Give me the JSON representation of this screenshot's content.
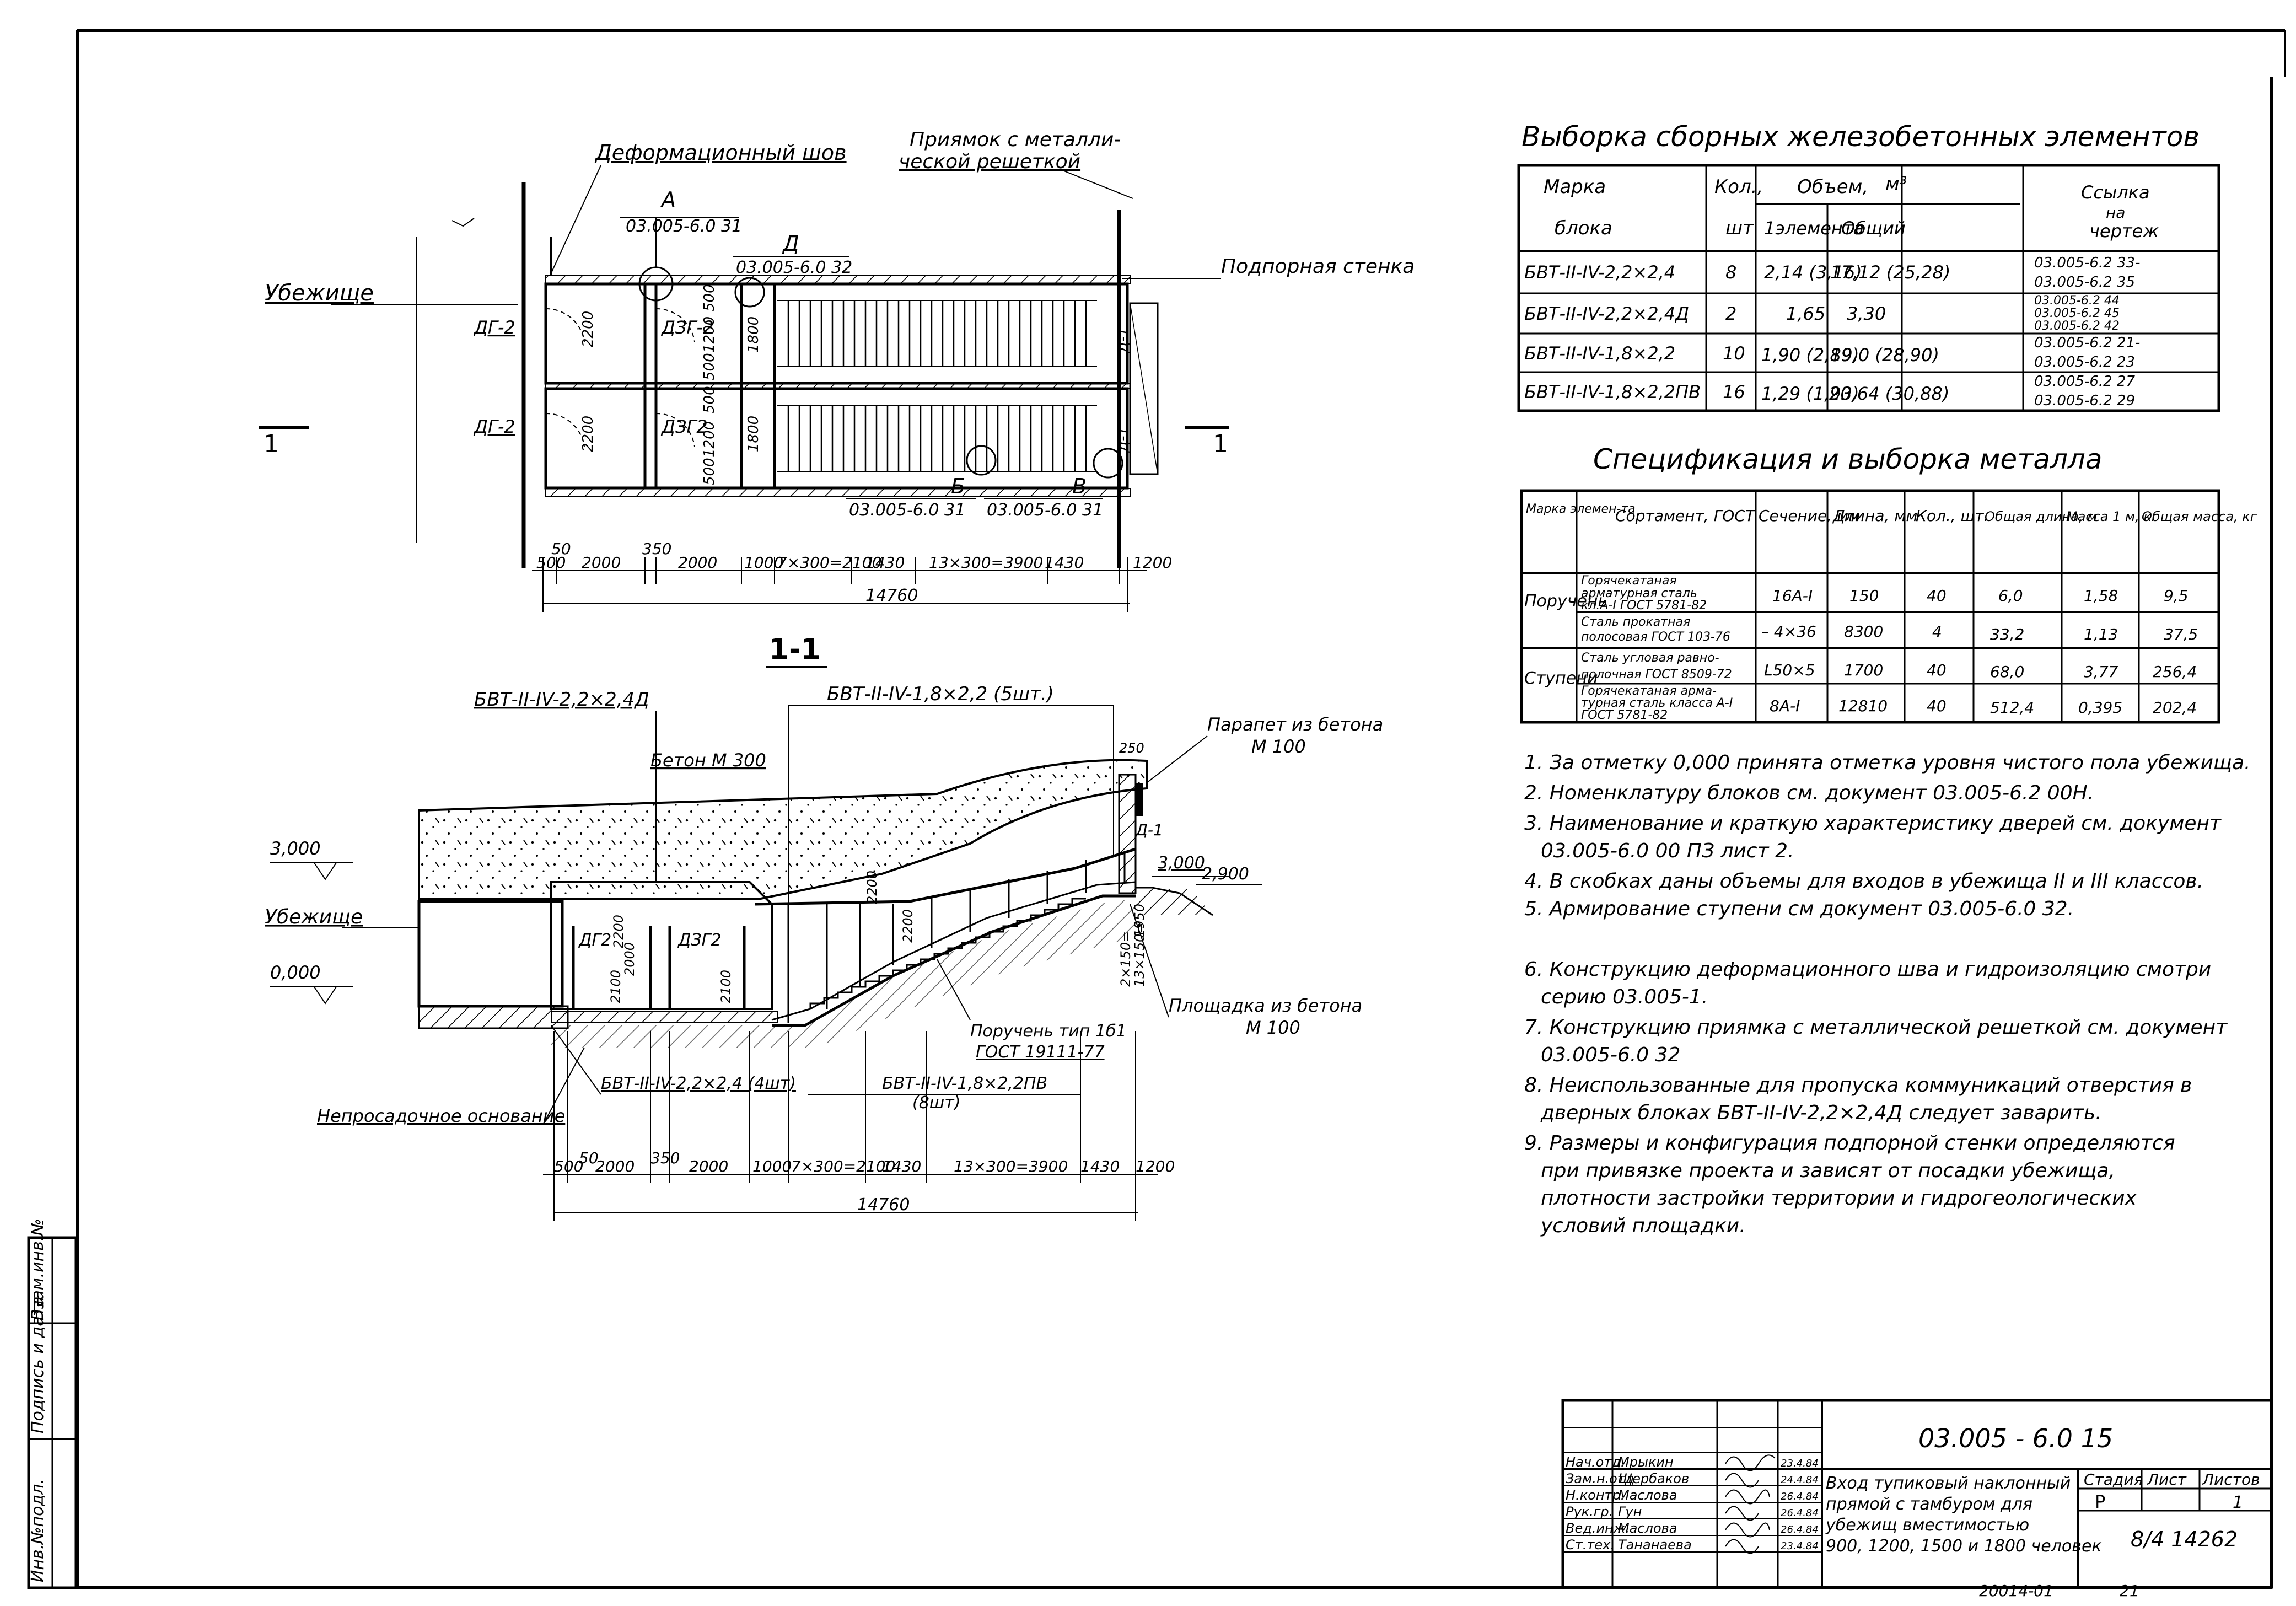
{
  "sheet": {
    "doc_code": "03.005 - 6.0  15",
    "inventory_no": "8/4  14262",
    "order_no": "20014-01",
    "copy_no": "21",
    "title": [
      "Вход тупиковый наклонный",
      "прямой с тамбуром для",
      "убежищ вместимостью",
      "900, 1200, 1500 и 1800 человек"
    ],
    "stage_label": "Стадия",
    "sheet_label": "Лист",
    "sheets_label": "Листов",
    "stage": "Р",
    "sheets": "1",
    "signatures": [
      {
        "role": "Нач.отд.",
        "name": "Мрыкин",
        "date": "23.4.84"
      },
      {
        "role": "Зам.н.отд",
        "name": "Щербаков",
        "date": "24.4.84"
      },
      {
        "role": "Н.контр.",
        "name": "Маслова",
        "date": "26.4.84"
      },
      {
        "role": "Рук.гр.",
        "name": "Гун",
        "date": "26.4.84"
      },
      {
        "role": "Вед.инж.",
        "name": "Маслова",
        "date": "26.4.84"
      },
      {
        "role": "Ст.тех.",
        "name": "Тананаева",
        "date": "23.4.84"
      }
    ],
    "margin_stamp": [
      "Инв.№подл.",
      "Подпись и дата",
      "Взам.инв.№"
    ]
  },
  "plan": {
    "labels": {
      "deform_joint": "Деформационный шов",
      "pit": [
        "Приямок с металли-",
        "ческой решеткой"
      ],
      "retaining_wall": "Подпорная стенка",
      "shelter": "Убежище",
      "cut_left": "1",
      "cut_right": "1"
    },
    "callouts": [
      {
        "letter": "А",
        "ref": "03.005-6.0  31"
      },
      {
        "letter": "Д",
        "ref": "03.005-6.0  32"
      },
      {
        "letter": "Б",
        "ref": "03.005-6.0  31"
      },
      {
        "letter": "В",
        "ref": "03.005-6.0  31"
      }
    ],
    "door_marks": [
      "ДГ-2",
      "ДЗГ-2",
      "ДГ-2",
      "ДЗГ2",
      "Д-1",
      "Д-1"
    ],
    "inner_dims": [
      "2200",
      "500",
      "1200",
      "500",
      "1800",
      "2200",
      "500",
      "1200",
      "500",
      "1800"
    ],
    "dims": [
      "500",
      "2000",
      "350",
      "2000",
      "1000",
      "7×300=2100",
      "1430",
      "13×300=3900",
      "1430",
      "1200"
    ],
    "small_dim": "50",
    "total": "14760"
  },
  "section": {
    "title": "1-1",
    "labels": {
      "block_a": "БВТ-II-IV-2,2×2,4Д",
      "block_b": "БВТ-II-IV-1,8×2,2 (5шт.)",
      "concrete": "Бетон М 300",
      "parapet": [
        "Парапет из бетона",
        "М 100"
      ],
      "shelter": "Убежище",
      "platform": [
        "Площадка из бетона",
        "М 100"
      ],
      "rail": [
        "Поручень тип 1б1",
        "ГОСТ 19111-77"
      ],
      "block_c": "БВТ-II-IV-2,2×2,4 (4шт)",
      "block_d": "БВТ-II-IV-1,8×2,2ПВ",
      "block_d_qty": "(8шт)",
      "base": "Непросадочное основание",
      "door_marks": [
        "ДГ2",
        "ДЗГ2",
        "Д-1"
      ]
    },
    "levels": [
      "3,000",
      "0,000",
      "3,000",
      "2,900"
    ],
    "vert_dims": [
      "250",
      "2200",
      "2200",
      "2000",
      "2100",
      "2200",
      "2100",
      "1950",
      "13×150=",
      "2×150="
    ],
    "dims": [
      "500",
      "2000",
      "350",
      "2000",
      "1000",
      "7×300=2100",
      "1430",
      "13×300=3900",
      "1430",
      "1200"
    ],
    "small_dim": "50",
    "total": "14760"
  },
  "table1": {
    "title": "Выборка сборных железобетонных элементов",
    "headers": {
      "mark": "Марка",
      "mark2": "блока",
      "qty": "Кол.,",
      "qty2": "шт",
      "vol": "Объем,",
      "vol_unit": "м³",
      "vol_el": "1элемента",
      "vol_total": "Общий",
      "ref": "Ссылка",
      "ref2": "на",
      "ref3": "чертеж"
    },
    "rows": [
      {
        "mark": "БВТ-II-IV-2,2×2,4",
        "qty": "8",
        "vol_el": "2,14 (3,16)",
        "vol_total": "17,12 (25,28)",
        "ref": [
          "03.005-6.2  33-",
          "03.005-6.2  35"
        ]
      },
      {
        "mark": "БВТ-II-IV-2,2×2,4Д",
        "qty": "2",
        "vol_el": "1,65",
        "vol_total": "3,30",
        "ref": [
          "03.005-6.2  44",
          "03.005-6.2  45",
          "03.005-6.2  42"
        ]
      },
      {
        "mark": "БВТ-II-IV-1,8×2,2",
        "qty": "10",
        "vol_el": "1,90 (2,89)",
        "vol_total": "19,0 (28,90)",
        "ref": [
          "03.005-6.2  21-",
          "03.005-6.2  23"
        ]
      },
      {
        "mark": "БВТ-II-IV-1,8×2,2ПВ",
        "qty": "16",
        "vol_el": "1,29 (1,93)",
        "vol_total": "20,64 (30,88)",
        "ref": [
          "03.005-6.2  27",
          "03.005-6.2  29"
        ]
      }
    ]
  },
  "table2": {
    "title": "Спецификация и выборка металла",
    "headers": [
      "Марка элемен-та",
      "Сортамент, ГОСТ",
      "Сечение, мм",
      "Длина, мм",
      "Кол., шт.",
      "Общая длина, м",
      "Масса 1 м, кг",
      "Общая масса, кг"
    ],
    "groups": [
      {
        "mark": "Поручень",
        "rows": [
          {
            "sort": [
              "Горячекатаная",
              "арматурная сталь",
              "кл.А-I ГОСТ 5781-82"
            ],
            "sect": "16А-I",
            "len": "150",
            "qty": "40",
            "tlen": "6,0",
            "m1": "1,58",
            "mt": "9,5"
          },
          {
            "sort": [
              "Сталь прокатная",
              "полосовая ГОСТ 103-76"
            ],
            "sect": "– 4×36",
            "len": "8300",
            "qty": "4",
            "tlen": "33,2",
            "m1": "1,13",
            "mt": "37,5"
          }
        ]
      },
      {
        "mark": "Ступени",
        "rows": [
          {
            "sort": [
              "Сталь угловая равно-",
              "полочная ГОСТ 8509-72"
            ],
            "sect": "L50×5",
            "len": "1700",
            "qty": "40",
            "tlen": "68,0",
            "m1": "3,77",
            "mt": "256,4"
          },
          {
            "sort": [
              "Горячекатаная арма-",
              "турная сталь класса А-I",
              "ГОСТ 5781-82"
            ],
            "sect": "8А-I",
            "len": "12810",
            "qty": "40",
            "tlen": "512,4",
            "m1": "0,395",
            "mt": "202,4"
          }
        ]
      }
    ]
  },
  "notes": [
    [
      "1. За отметку 0,000 принята отметка уровня чистого пола убежища."
    ],
    [
      "2. Номенклатуру          блоков см. документ 03.005-6.2  00Н."
    ],
    [
      "3. Наименование и краткую характеристику дверей см. документ",
      "03.005-6.0  00 ПЗ лист 2."
    ],
    [
      "4. В скобках даны объемы для входов в убежища II и III классов."
    ],
    [
      "5. Армирование ступени  см   документ  03.005-6.0  32."
    ],
    [
      "6. Конструкцию деформационного шва и гидроизоляцию   смотри",
      "серию 03.005-1."
    ],
    [
      "7. Конструкцию приямка с металлической решеткой   см. документ",
      "03.005-6.0  32"
    ],
    [
      "8. Неиспользованные для пропуска коммуникаций отверстия в",
      "дверных  блоках  БВТ-II-IV-2,2×2,4Д следует заварить."
    ],
    [
      "9. Размеры и конфигурация  подпорной стенки  определяются",
      "при привязке проекта и зависят  от  посадки  убежища,",
      "плотности застройки территории и гидрогеологических",
      "условий площадки."
    ]
  ]
}
